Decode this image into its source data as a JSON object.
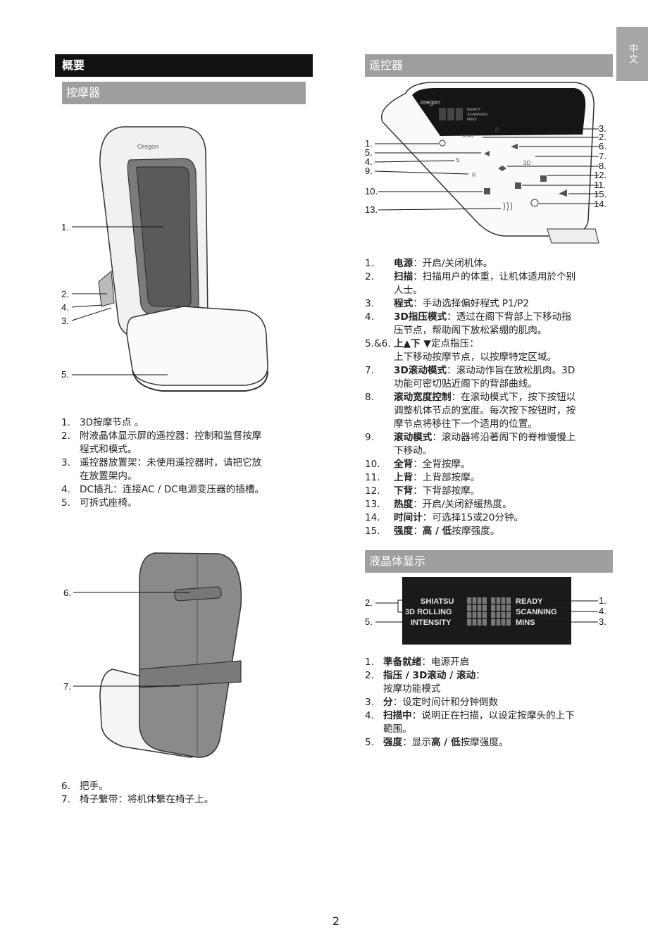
{
  "lang_tab": "中文",
  "overview": {
    "title": "概要",
    "massager_title": "按摩器",
    "massager_callouts": [
      "1.",
      "2.",
      "4.",
      "3.",
      "5."
    ],
    "brand": "Oregon",
    "massager_items": [
      {
        "num": "1.",
        "lines": [
          "3D按摩节点 。"
        ]
      },
      {
        "num": "2.",
        "lines": [
          "附液晶体显示屏的遥控器：控制和监督按摩",
          "程式和模式。"
        ]
      },
      {
        "num": "3.",
        "lines": [
          "遥控器放置架：未使用遥控器时，请把它放",
          "在放置架内。"
        ]
      },
      {
        "num": "4.",
        "lines": [
          "DC插孔：连接AC / DC电源变压器的插槽。"
        ]
      },
      {
        "num": "5.",
        "lines": [
          "可拆式座椅。"
        ]
      }
    ],
    "back_callouts": [
      "6.",
      "7."
    ],
    "back_items": [
      {
        "num": "6.",
        "lines": [
          "把手。"
        ]
      },
      {
        "num": "7.",
        "lines": [
          "椅子繫带：将机体繫在椅子上。"
        ]
      }
    ]
  },
  "remote": {
    "title": "遥控器",
    "callouts_left": [
      "1.",
      "5.",
      "4.",
      "9.",
      "10.",
      "13."
    ],
    "callouts_right": [
      "3.",
      "2.",
      "6.",
      "7.",
      "8.",
      "12.",
      "11.",
      "15.",
      "14."
    ],
    "screen_words": [
      "READY",
      "SCANNING",
      "MINS"
    ],
    "button_labels": {
      "scan": "SCAN",
      "p": "P",
      "s": "S",
      "r": "R",
      "3d": "3D"
    },
    "items": [
      {
        "num": "1.",
        "term": "电源",
        "lines": [
          "：开启/关闭机体。"
        ]
      },
      {
        "num": "2.",
        "term": "扫描",
        "lines": [
          "：扫描用户的体重，让机体适用於个别",
          "人士。"
        ]
      },
      {
        "num": "3.",
        "term": "程式",
        "lines": [
          "：手动选择偏好程式 P1/P2"
        ]
      },
      {
        "num": "4.",
        "term": "3D指压模式",
        "lines": [
          "：透过在阁下背部上下移动指",
          "压节点，帮助阁下放松紧绷的肌肉。"
        ]
      },
      {
        "num": "5.&6.",
        "term": "上▲下 ▼",
        "lines": [
          "定点指压：",
          "上下移动按摩节点，以按摩特定区域。"
        ]
      },
      {
        "num": "7.",
        "term": "3D滚动模式",
        "lines": [
          "：滚动动作旨在放松肌肉。3D",
          "功能可密切贴近阁下的背部曲线。"
        ]
      },
      {
        "num": "8.",
        "term": "滚动宽度控制",
        "lines": [
          "：在滚动模式下，按下按钮以",
          "调整机体节点的宽度。每次按下按钮时，按",
          "摩节点将移往下一个适用的位置。"
        ]
      },
      {
        "num": "9.",
        "term": "滚动模式",
        "lines": [
          "：滚动器将沿著阁下的脊椎慢慢上",
          "下移动。"
        ]
      },
      {
        "num": "10.",
        "term": "全背",
        "lines": [
          "：全背按摩。"
        ]
      },
      {
        "num": "11.",
        "term": "上背",
        "lines": [
          "：上背部按摩。"
        ]
      },
      {
        "num": "12.",
        "term": "下背",
        "lines": [
          "：下背部按摩。"
        ]
      },
      {
        "num": "13.",
        "term": "热度",
        "lines": [
          "：开启/关闭舒缓热度。"
        ]
      },
      {
        "num": "14.",
        "term": "时间计",
        "lines": [
          "：可选择15或20分钟。"
        ]
      },
      {
        "num": "15.",
        "term": "强度",
        "lines": [
          "：",
          "高 / 低",
          "按摩强度。"
        ]
      }
    ]
  },
  "lcd": {
    "title": "液晶体显示",
    "left_words": [
      "SHIATSU",
      "3D ROLLING",
      "INTENSITY"
    ],
    "right_words": [
      "READY",
      "SCANNING",
      "MINS"
    ],
    "callouts_left": [
      "2.",
      "5."
    ],
    "callouts_right": [
      "1.",
      "4.",
      "3."
    ],
    "items": [
      {
        "num": "1.",
        "term": "準备就绪",
        "lines": [
          "：电源开启"
        ]
      },
      {
        "num": "2.",
        "term": "指压 / 3D滚动 / 滚动",
        "lines": [
          "：",
          "按摩功能模式"
        ]
      },
      {
        "num": "3.",
        "term": "分",
        "lines": [
          "：设定时间计和分钟倒数"
        ]
      },
      {
        "num": "4.",
        "term": "扫描中",
        "lines": [
          "：说明正在扫描，以设定按摩头的上下",
          "範围。"
        ]
      },
      {
        "num": "5.",
        "term": "强度",
        "lines": [
          "：显示",
          "高 / 低",
          "按摩强度。"
        ]
      }
    ]
  },
  "page_number": "2"
}
